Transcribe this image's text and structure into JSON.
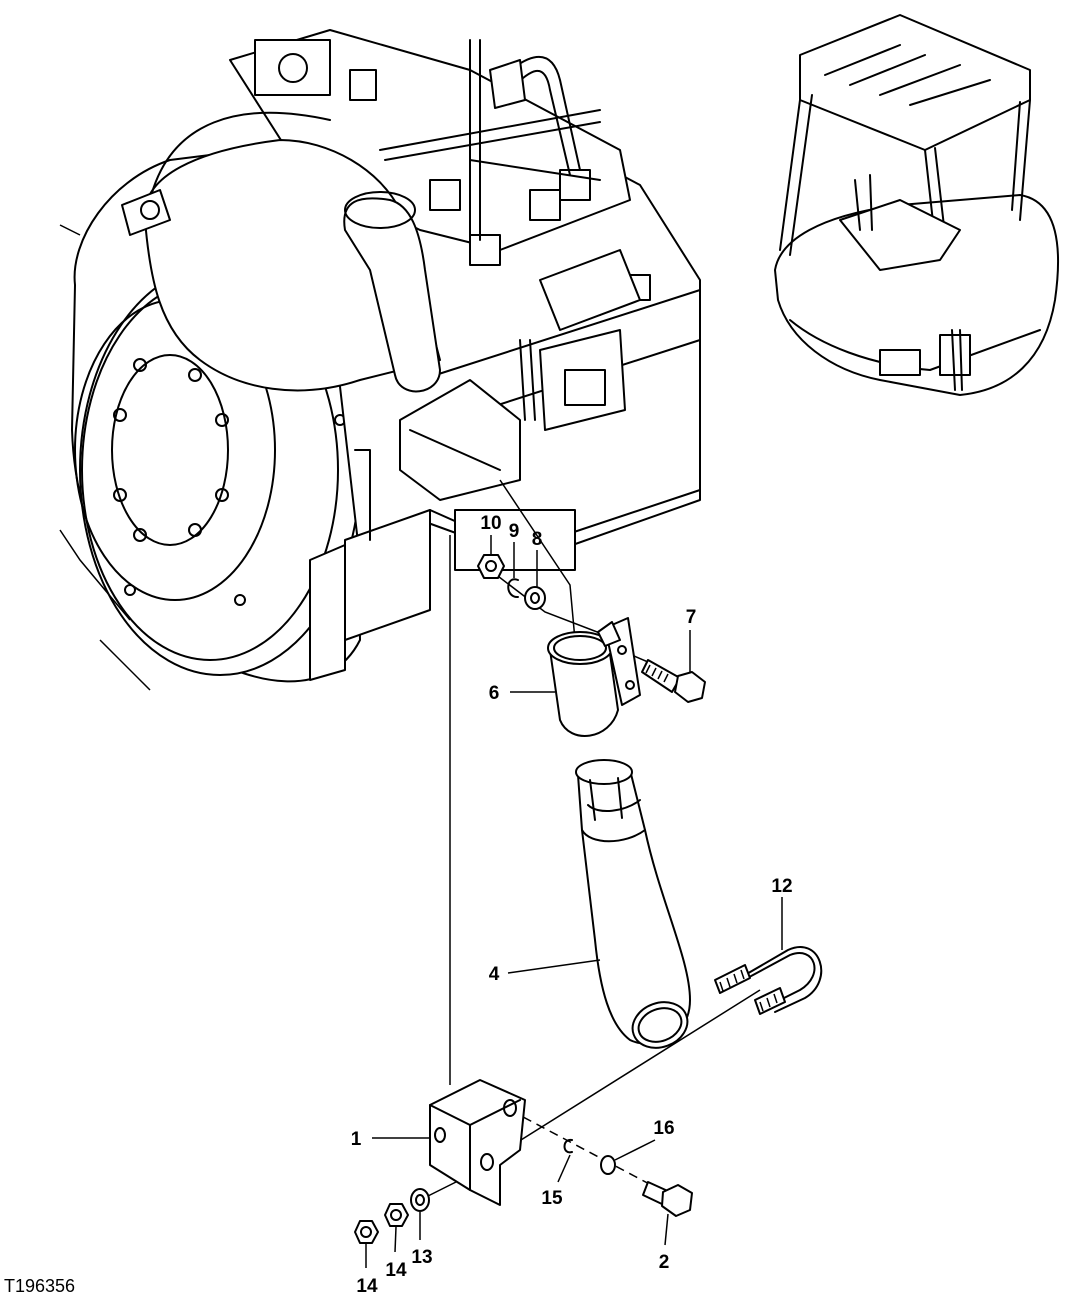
{
  "figure_id": "T196356",
  "callouts": {
    "c1": "1",
    "c2": "2",
    "c4": "4",
    "c6": "6",
    "c7": "7",
    "c8": "8",
    "c9": "9",
    "c10": "10",
    "c12": "12",
    "c13": "13",
    "c14a": "14",
    "c14b": "14",
    "c15": "15",
    "c16": "16"
  },
  "parts": [
    {
      "key": "engine",
      "icon": "engine-assembly-icon"
    },
    {
      "key": "excavator",
      "icon": "mini-excavator-locator-icon"
    },
    {
      "key": "bracket",
      "callout": "1"
    },
    {
      "key": "bolt-lower",
      "callout": "2"
    },
    {
      "key": "tail-pipe",
      "callout": "4"
    },
    {
      "key": "clamp",
      "callout": "6"
    },
    {
      "key": "clamp-bolt",
      "callout": "7"
    },
    {
      "key": "washer-upper",
      "callout": "8"
    },
    {
      "key": "lock-washer-upper",
      "callout": "9"
    },
    {
      "key": "nut-upper",
      "callout": "10"
    },
    {
      "key": "u-bolt",
      "callout": "12"
    },
    {
      "key": "washer-lower",
      "callout": "13"
    },
    {
      "key": "nut-lower",
      "callout": "14"
    },
    {
      "key": "lock-washer-lower",
      "callout": "15"
    },
    {
      "key": "washer-bolt",
      "callout": "16"
    }
  ]
}
